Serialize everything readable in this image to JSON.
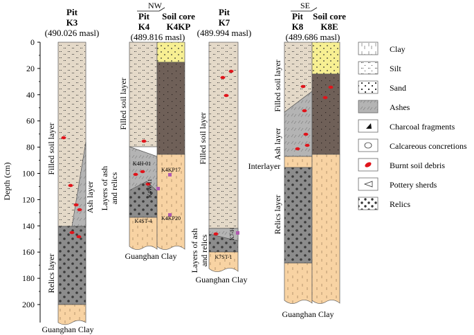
{
  "columns": {
    "k3": {
      "line1": "Pit",
      "line2": "K3",
      "elev": "(490.026 masl)"
    },
    "k4": {
      "line1": "Pit",
      "line2": "K4",
      "elev": "(489.816 masl)"
    },
    "k4kp": {
      "line1": "Soil core",
      "line2": "K4KP"
    },
    "k7": {
      "line1": "Pit",
      "line2": "K7",
      "elev": "(489.994 masl)"
    },
    "k8": {
      "line1": "Pit",
      "line2": "K8",
      "elev": "(489.686 masl)"
    },
    "k8e": {
      "line1": "Soil core",
      "line2": "K8E"
    }
  },
  "directions": {
    "nw": "NW",
    "se": "SE"
  },
  "axis": {
    "title": "Depth (cm)",
    "ticks": [
      "0",
      "20",
      "40",
      "60",
      "80",
      "100",
      "120",
      "140",
      "160",
      "180",
      "200"
    ]
  },
  "layers": {
    "filled_soil": "Filled soil layer",
    "ash": "Ash layer",
    "relics": "Relics layer",
    "ash_relics_line1": "Layers of ash",
    "ash_relics_line2": "and relics",
    "interlayer": "Interlayer",
    "guanghan_clay": "Guanghan Clay"
  },
  "samples": {
    "k4h01": "K4H-01",
    "k4h11": "K4W-11",
    "k4st4": "K4ST-4",
    "k4kp17": "K4KP17",
    "k4kp20": "K4KP20",
    "k7h": "K7-H",
    "k7st1": "K7ST-1"
  },
  "legend": [
    {
      "key": "clay",
      "label": "Clay"
    },
    {
      "key": "silt",
      "label": "Silt"
    },
    {
      "key": "sand",
      "label": "Sand"
    },
    {
      "key": "ashes",
      "label": "Ashes"
    },
    {
      "key": "charcoal",
      "label": "Charcoal fragments"
    },
    {
      "key": "calc",
      "label": "Calcareous concretions"
    },
    {
      "key": "burnt",
      "label": "Burnt soil debris"
    },
    {
      "key": "pottery",
      "label": "Pottery sherds"
    },
    {
      "key": "relics",
      "label": "Relics"
    }
  ],
  "colors": {
    "filled_soil": "#e4d9c8",
    "ash": "#b4b4b4",
    "relics": "#8c8c8c",
    "clay": "#f8d3a3",
    "sand_core": "#f7ef92",
    "dark_core": "#6f6058",
    "burnt": "#e0141b"
  }
}
